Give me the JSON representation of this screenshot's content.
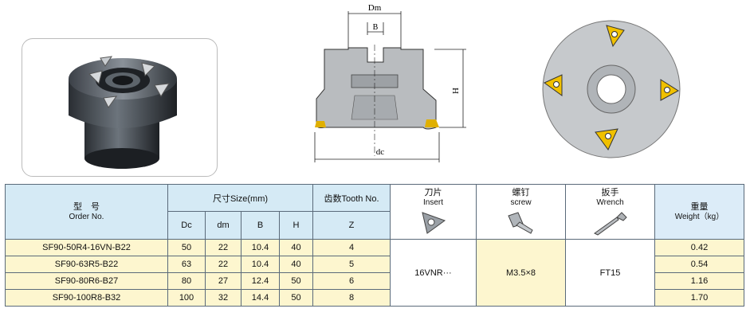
{
  "drawing": {
    "label_dm": "Dm",
    "label_b": "B",
    "label_h": "H",
    "label_dc": "dc"
  },
  "table": {
    "order": {
      "cn": "型　号",
      "en": "Order No."
    },
    "size": {
      "cn": "尺寸Size(mm)",
      "cols": [
        "Dc",
        "dm",
        "B",
        "H"
      ]
    },
    "teeth": {
      "cn": "齿数Tooth No.",
      "col": "Z"
    },
    "insert": {
      "cn": "刀片",
      "en": "Insert",
      "value": "16VNR···"
    },
    "screw": {
      "cn": "螺钉",
      "en": "screw",
      "value": "M3.5×8"
    },
    "wrench": {
      "cn": "扳手",
      "en": "Wrench",
      "value": "FT15"
    },
    "weight": {
      "cn": "重量",
      "en": "Weight（kg）"
    },
    "rows": [
      {
        "order": "SF90-50R4-16VN-B22",
        "dc": "50",
        "dm": "22",
        "b": "10.4",
        "h": "40",
        "z": "4",
        "weight": "0.42"
      },
      {
        "order": "SF90-63R5-B22",
        "dc": "63",
        "dm": "22",
        "b": "10.4",
        "h": "40",
        "z": "5",
        "weight": "0.54"
      },
      {
        "order": "SF90-80R6-B27",
        "dc": "80",
        "dm": "27",
        "b": "12.4",
        "h": "50",
        "z": "6",
        "weight": "1.16"
      },
      {
        "order": "SF90-100R8-B32",
        "dc": "100",
        "dm": "32",
        "b": "14.4",
        "h": "50",
        "z": "8",
        "weight": "1.70"
      }
    ]
  }
}
